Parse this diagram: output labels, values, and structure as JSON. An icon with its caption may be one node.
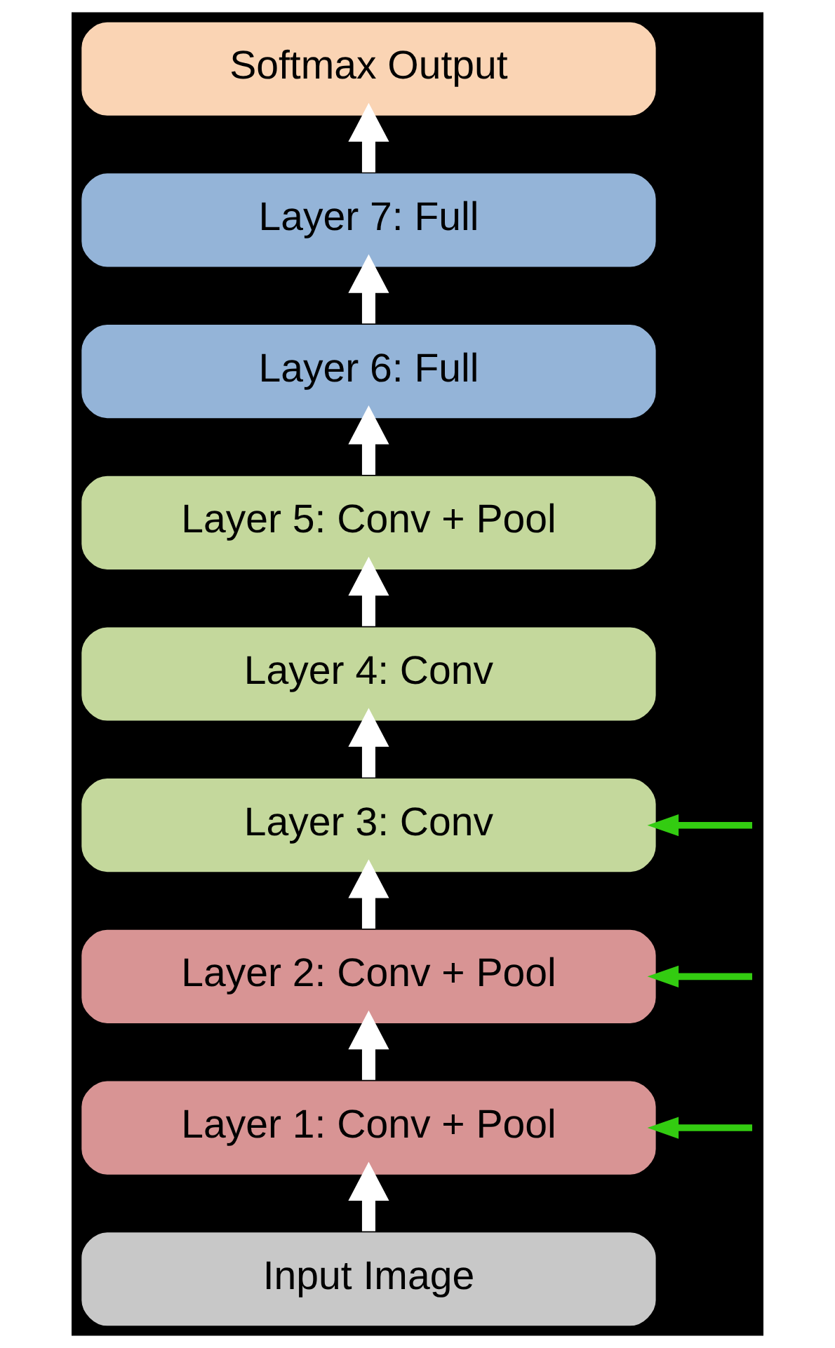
{
  "diagram": {
    "nodes": [
      {
        "text": [
          "Softmax Output"
        ]
      },
      {
        "text": [
          "Layer 7: Full"
        ]
      },
      {
        "text": [
          "Layer 6: Full"
        ]
      },
      {
        "text": [
          "Layer 5: Conv + Pool"
        ]
      },
      {
        "text": [
          "Layer 4: Conv"
        ]
      },
      {
        "text": [
          "Layer 3: Conv"
        ]
      },
      {
        "text": [
          "Layer 2: Conv + Pool"
        ]
      },
      {
        "text": [
          "Layer 1: Conv + Pool"
        ]
      },
      {
        "text": [
          "Input Image"
        ]
      }
    ],
    "edges": [
      {
        "from": 8,
        "to": 7,
        "arrow": "to"
      },
      {
        "from": 7,
        "to": 6,
        "arrow": "to"
      },
      {
        "from": 6,
        "to": 5,
        "arrow": "to"
      },
      {
        "from": 5,
        "to": 4,
        "arrow": "to"
      },
      {
        "from": 4,
        "to": 3,
        "arrow": "to"
      },
      {
        "from": 3,
        "to": 2,
        "arrow": "to"
      },
      {
        "from": 2,
        "to": 1,
        "arrow": "to"
      },
      {
        "from": 1,
        "to": 0,
        "arrow": "to"
      },
      {
        "from": null,
        "to": 5,
        "arrow": "to",
        "color": "#33cc11"
      },
      {
        "from": null,
        "to": 6,
        "arrow": "to",
        "color": "#33cc11"
      },
      {
        "from": null,
        "to": 7,
        "arrow": "to",
        "color": "#33cc11"
      }
    ]
  }
}
